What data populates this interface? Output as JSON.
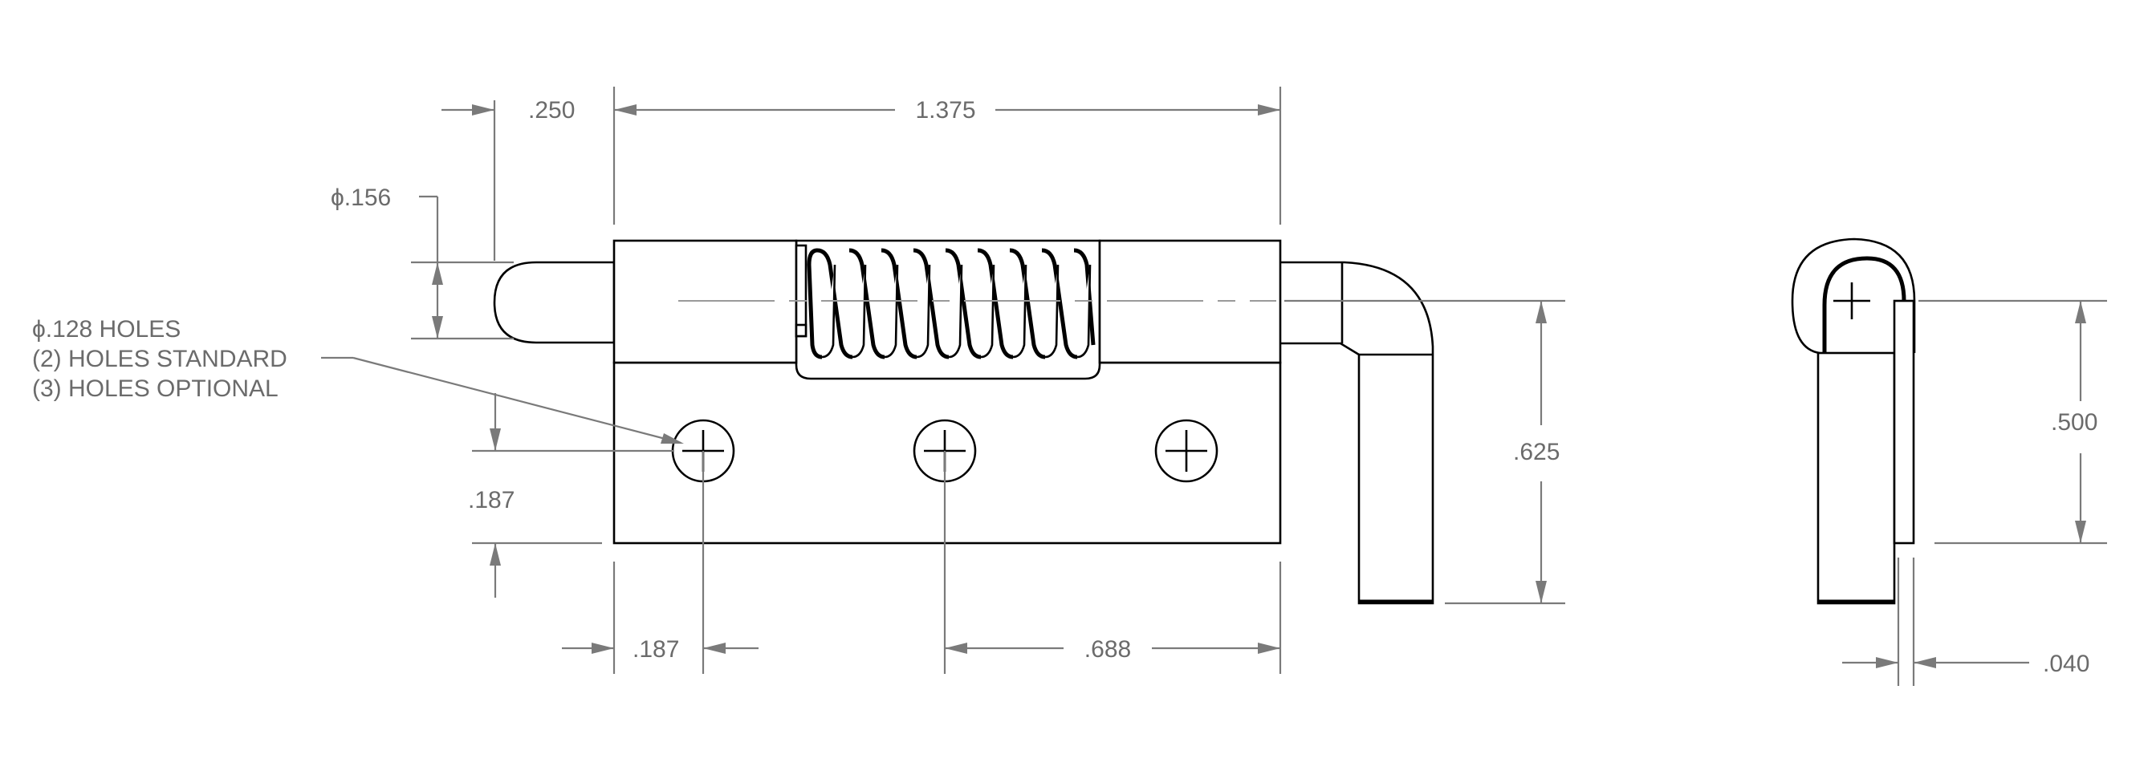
{
  "drawing": {
    "dimensions": {
      "pin_extension": ".250",
      "body_length": "1.375",
      "pin_diameter": "ϕ.156",
      "hole_from_bottom": ".187",
      "hole_from_left": ".187",
      "hole_spacing": ".688",
      "overall_height": ".625",
      "side_height": ".500",
      "plate_thickness": ".040"
    },
    "hole_note": {
      "line1": "ϕ.128 HOLES",
      "line2": "(2) HOLES STANDARD",
      "line3": "(3) HOLES OPTIONAL"
    }
  }
}
